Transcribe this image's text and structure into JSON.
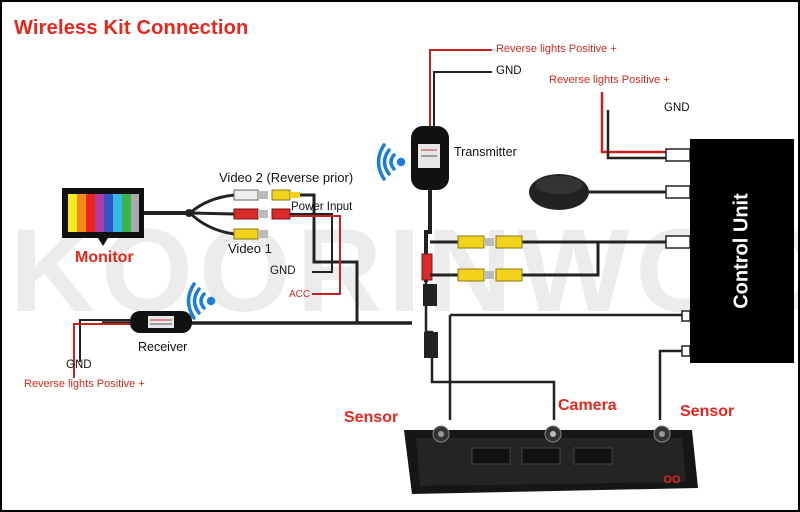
{
  "title": "Wireless Kit Connection",
  "watermark": "KOORINWOO",
  "components": {
    "monitor": "Monitor",
    "receiver": "Receiver",
    "transmitter": "Transmitter",
    "control_unit": "Control Unit",
    "camera": "Camera",
    "sensor_left": "Sensor",
    "sensor_right": "Sensor"
  },
  "labels": {
    "video2": "Video 2 (Reverse prior)",
    "video1": "Video 1",
    "power_input": "Power Input",
    "gnd_monitor": "GND",
    "acc": "ACC",
    "receiver_gnd": "GND",
    "receiver_reverse": "Reverse lights Positive +",
    "tx_reverse": "Reverse lights Positive +",
    "tx_gnd": "GND",
    "cu_reverse": "Reverse lights Positive +",
    "cu_gnd": "GND"
  },
  "plate_brand": {
    "part1": "KOORINW",
    "part2": "OO"
  },
  "colors": {
    "title": "#e8261c",
    "wire": "#222222",
    "red_wire": "#cc1f1f",
    "rca_yellow": "#f2d21b",
    "rca_red": "#d92b2b",
    "rca_white": "#eeeeee"
  }
}
